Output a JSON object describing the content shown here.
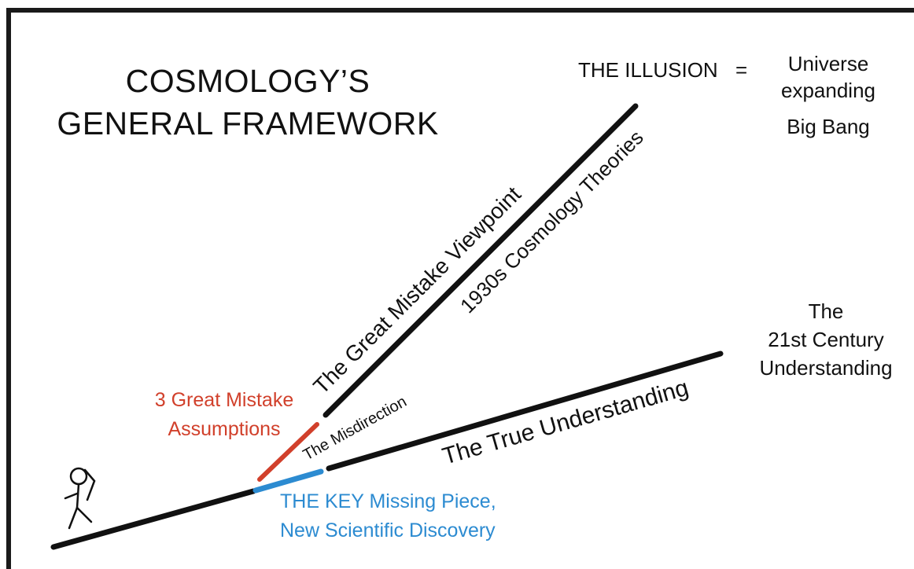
{
  "title": {
    "line1": "COSMOLOGY’S",
    "line2": "GENERAL FRAMEWORK"
  },
  "illusion": {
    "label": "THE ILLUSION",
    "equals": "=",
    "value_line1": "Universe",
    "value_line2": "expanding",
    "value_line3": "Big Bang"
  },
  "modern": {
    "line1": "The",
    "line2": "21st Century",
    "line3": "Understanding"
  },
  "paths": {
    "great_mistake_viewpoint": "The Great Mistake Viewpoint",
    "cosmology_1930s": "1930s Cosmology Theories",
    "misdirection": "The Misdirection",
    "true_understanding": "The True Understanding"
  },
  "assumptions": {
    "line1": "3 Great Mistake",
    "line2": "Assumptions"
  },
  "key_piece": {
    "line1": "THE KEY Missing Piece,",
    "line2": "New Scientific Discovery"
  },
  "colors": {
    "line": "#111111",
    "mistake": "#d1402b",
    "key": "#2c8bd1"
  },
  "icons": {
    "figure": "stick-figure-icon"
  }
}
